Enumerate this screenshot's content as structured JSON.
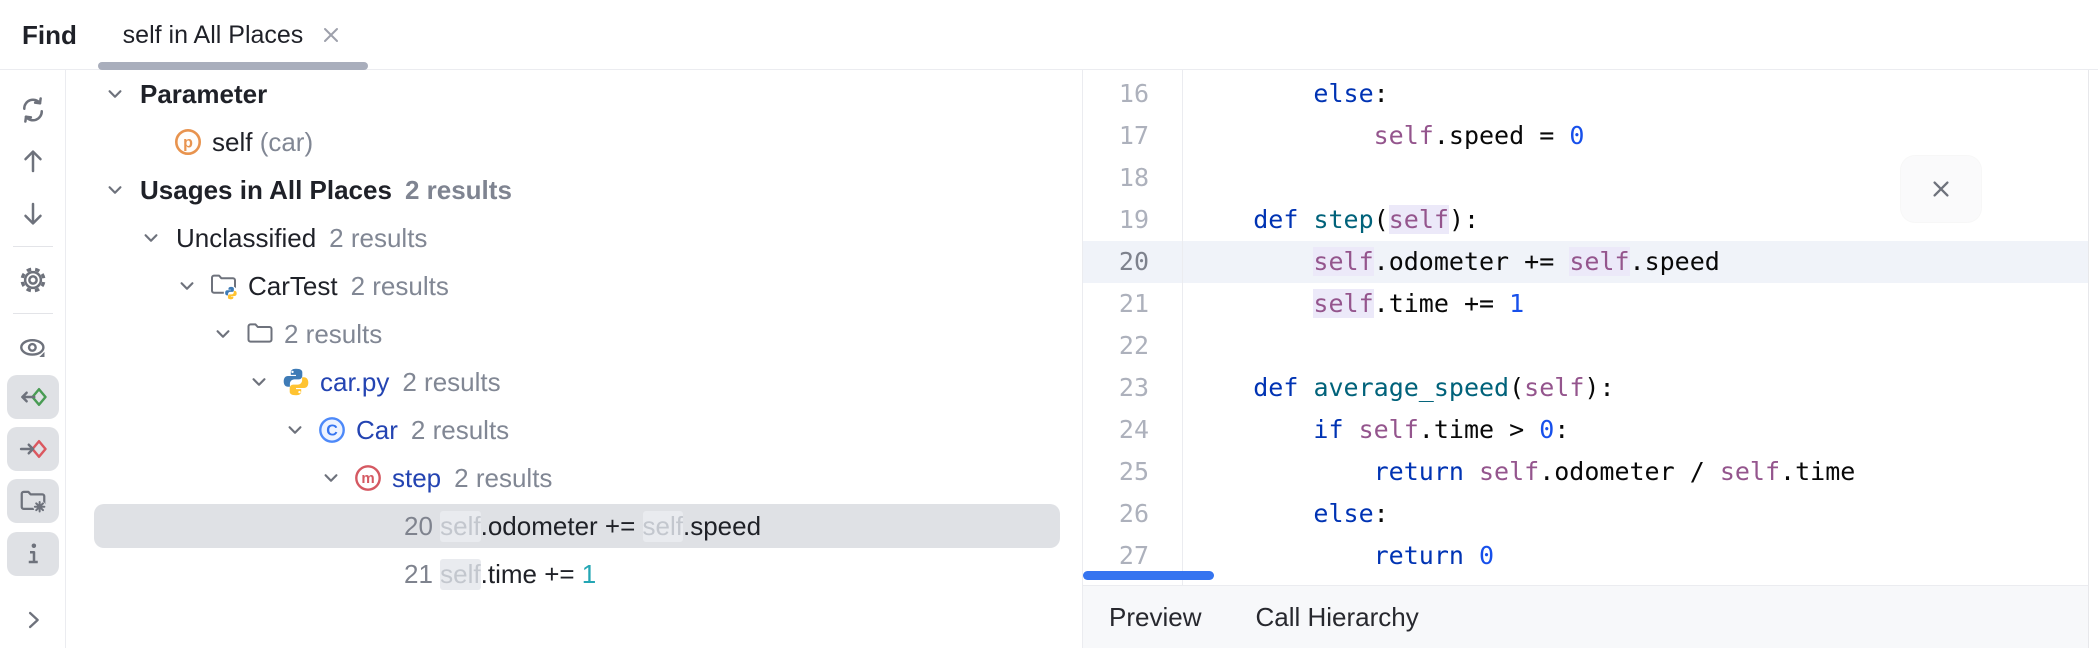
{
  "header": {
    "find_label": "Find",
    "tab": {
      "title": "self in All Places",
      "close_icon": "close-icon"
    }
  },
  "toolbar": {
    "items": [
      {
        "name": "refresh-icon",
        "toggled": false
      },
      {
        "name": "arrow-up-icon",
        "toggled": false
      },
      {
        "name": "arrow-down-icon",
        "toggled": false
      },
      {
        "name": "divider"
      },
      {
        "name": "settings-gear-icon",
        "toggled": false
      },
      {
        "name": "divider"
      },
      {
        "name": "preview-eye-icon",
        "toggled": false
      },
      {
        "name": "read-access-icon",
        "toggled": true
      },
      {
        "name": "write-access-icon",
        "toggled": true
      },
      {
        "name": "group-by-folder-icon",
        "toggled": true
      },
      {
        "name": "info-icon",
        "toggled": true
      }
    ],
    "expand_icon": "chevron-right-icon"
  },
  "tree": {
    "rows": [
      {
        "name": "group-parameter",
        "indent": 0,
        "chevron": true,
        "icon": null,
        "segments": [
          {
            "text": "Parameter",
            "style": "bold"
          }
        ]
      },
      {
        "name": "parameter-self",
        "indent": 1,
        "chevron": false,
        "icon": "parameter-icon",
        "segments": [
          {
            "text": "self",
            "style": "plain"
          },
          {
            "text": " (car)",
            "style": "gray"
          }
        ]
      },
      {
        "name": "group-usages-in-all-places",
        "indent": 0,
        "chevron": true,
        "icon": null,
        "segments": [
          {
            "text": "Usages in All Places",
            "style": "bold"
          },
          {
            "text": "2 results",
            "style": "results-gray-bold"
          }
        ]
      },
      {
        "name": "group-unclassified",
        "indent": 1,
        "chevron": true,
        "icon": null,
        "segments": [
          {
            "text": "Unclassified",
            "style": "plain"
          },
          {
            "text": "2 results",
            "style": "results-gray"
          }
        ]
      },
      {
        "name": "module-cartest",
        "indent": 2,
        "chevron": true,
        "icon": "folder-python-icon",
        "segments": [
          {
            "text": "CarTest",
            "style": "plain"
          },
          {
            "text": "2 results",
            "style": "results-gray"
          }
        ]
      },
      {
        "name": "directory-node",
        "indent": 3,
        "chevron": true,
        "icon": "folder-icon",
        "segments": [
          {
            "text": "2 results",
            "style": "gray"
          }
        ]
      },
      {
        "name": "file-car-py",
        "indent": 4,
        "chevron": true,
        "icon": "python-file-icon",
        "segments": [
          {
            "text": "car.py",
            "style": "link"
          },
          {
            "text": "2 results",
            "style": "results-gray"
          }
        ]
      },
      {
        "name": "class-car",
        "indent": 5,
        "chevron": true,
        "icon": "class-icon",
        "segments": [
          {
            "text": "Car",
            "style": "link"
          },
          {
            "text": "2 results",
            "style": "results-gray"
          }
        ]
      },
      {
        "name": "method-step",
        "indent": 6,
        "chevron": true,
        "icon": "method-icon",
        "segments": [
          {
            "text": "step",
            "style": "link"
          },
          {
            "text": "2 results",
            "style": "results-gray"
          }
        ]
      },
      {
        "name": "usage-line-20",
        "indent": 7,
        "chevron": false,
        "icon": null,
        "selected": true,
        "text_offset": 50,
        "segments": [
          {
            "text": "20 ",
            "style": "lineno"
          },
          {
            "text": "self",
            "style": "match"
          },
          {
            "text": ".odometer += ",
            "style": "code"
          },
          {
            "text": "self",
            "style": "match"
          },
          {
            "text": ".speed",
            "style": "code"
          }
        ]
      },
      {
        "name": "usage-line-21",
        "indent": 7,
        "chevron": false,
        "icon": null,
        "text_offset": 50,
        "segments": [
          {
            "text": "21 ",
            "style": "lineno"
          },
          {
            "text": "self",
            "style": "match"
          },
          {
            "text": ".time += ",
            "style": "code"
          },
          {
            "text": "1",
            "style": "teal-num"
          }
        ]
      }
    ]
  },
  "editor": {
    "current_line": "20",
    "lines": [
      {
        "no": "16",
        "tokens": [
          {
            "t": "        ",
            "c": "pl"
          },
          {
            "t": "else",
            "c": "kw"
          },
          {
            "t": ":",
            "c": "pl"
          }
        ]
      },
      {
        "no": "17",
        "tokens": [
          {
            "t": "            ",
            "c": "pl"
          },
          {
            "t": "self",
            "c": "self"
          },
          {
            "t": ".speed = ",
            "c": "pl"
          },
          {
            "t": "0",
            "c": "num"
          }
        ]
      },
      {
        "no": "18",
        "tokens": []
      },
      {
        "no": "19",
        "tokens": [
          {
            "t": "    ",
            "c": "pl"
          },
          {
            "t": "def ",
            "c": "kw"
          },
          {
            "t": "step",
            "c": "fn"
          },
          {
            "t": "(",
            "c": "pl"
          },
          {
            "t": "self",
            "c": "selfhl"
          },
          {
            "t": "):",
            "c": "pl"
          }
        ]
      },
      {
        "no": "20",
        "tokens": [
          {
            "t": "        ",
            "c": "pl"
          },
          {
            "t": "self",
            "c": "selfhl"
          },
          {
            "t": ".odometer += ",
            "c": "pl"
          },
          {
            "t": "self",
            "c": "selfhl"
          },
          {
            "t": ".speed",
            "c": "pl"
          }
        ]
      },
      {
        "no": "21",
        "tokens": [
          {
            "t": "        ",
            "c": "pl"
          },
          {
            "t": "self",
            "c": "selfhl"
          },
          {
            "t": ".time += ",
            "c": "pl"
          },
          {
            "t": "1",
            "c": "num"
          }
        ]
      },
      {
        "no": "22",
        "tokens": []
      },
      {
        "no": "23",
        "tokens": [
          {
            "t": "    ",
            "c": "pl"
          },
          {
            "t": "def ",
            "c": "kw"
          },
          {
            "t": "average_speed",
            "c": "fn"
          },
          {
            "t": "(",
            "c": "pl"
          },
          {
            "t": "self",
            "c": "self"
          },
          {
            "t": "):",
            "c": "pl"
          }
        ]
      },
      {
        "no": "24",
        "tokens": [
          {
            "t": "        ",
            "c": "pl"
          },
          {
            "t": "if ",
            "c": "kw"
          },
          {
            "t": "self",
            "c": "self"
          },
          {
            "t": ".time > ",
            "c": "pl"
          },
          {
            "t": "0",
            "c": "num"
          },
          {
            "t": ":",
            "c": "pl"
          }
        ]
      },
      {
        "no": "25",
        "tokens": [
          {
            "t": "            ",
            "c": "pl"
          },
          {
            "t": "return ",
            "c": "kw"
          },
          {
            "t": "self",
            "c": "self"
          },
          {
            "t": ".odometer / ",
            "c": "pl"
          },
          {
            "t": "self",
            "c": "self"
          },
          {
            "t": ".time",
            "c": "pl"
          }
        ]
      },
      {
        "no": "26",
        "tokens": [
          {
            "t": "        ",
            "c": "pl"
          },
          {
            "t": "else",
            "c": "kw"
          },
          {
            "t": ":",
            "c": "pl"
          }
        ]
      },
      {
        "no": "27",
        "tokens": [
          {
            "t": "            ",
            "c": "pl"
          },
          {
            "t": "return ",
            "c": "kw"
          },
          {
            "t": "0",
            "c": "num"
          }
        ]
      }
    ]
  },
  "footer": {
    "tabs": [
      {
        "label": "Preview"
      },
      {
        "label": "Call Hierarchy"
      }
    ]
  },
  "colors": {
    "accent_blue": "#3574F0",
    "selection_gray": "#DFE1E5",
    "tab_indicator": "#A9AEBC",
    "border": "#EBECF0",
    "link_blue": "#2444B2",
    "keyword": "#0033B3",
    "function_name": "#00627A",
    "self_param": "#94558D",
    "number": "#1750EB",
    "code_text": "#080808",
    "caret_line": "#F0F3F9",
    "usage_highlight": "#ECE9F9",
    "match_bg": "#E9EBEF",
    "match_text": "#C3C7CE",
    "teal_number": "#24A6B4",
    "icon_gray": "#6E727C"
  }
}
